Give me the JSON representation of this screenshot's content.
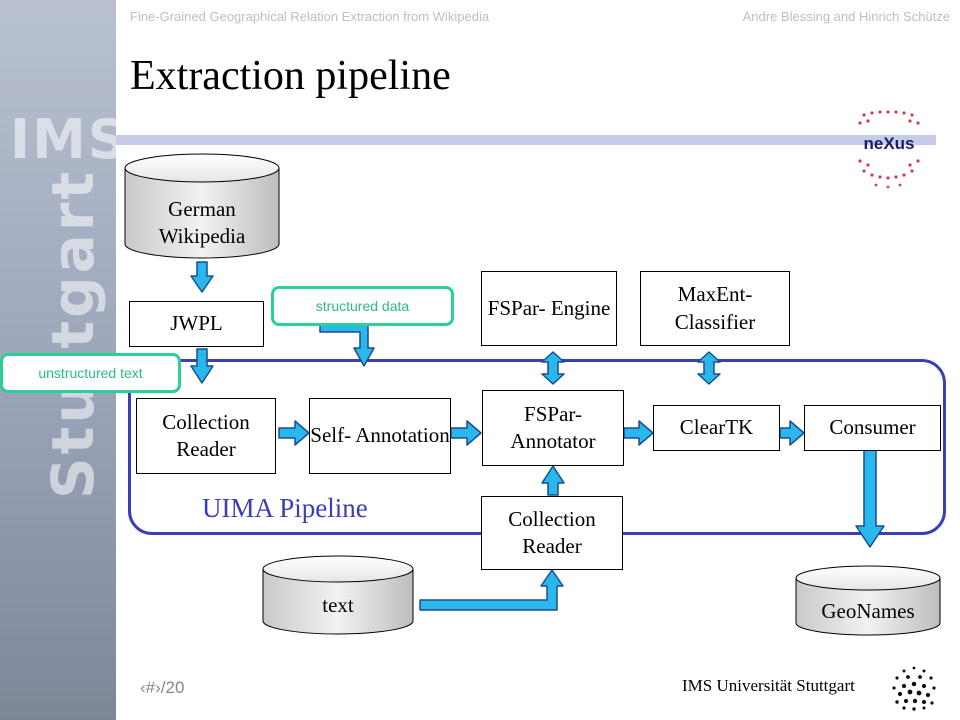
{
  "header": {
    "left_text": "Fine-Grained Geographical Relation Extraction from Wikipedia",
    "right_text": "Andre Blessing and Hinrich Schütze"
  },
  "slide": {
    "title": "Extraction pipeline",
    "sidebar_logo_top": "IMS",
    "sidebar_logo_side": "Stuttgart",
    "nexus_logo_text": "neXus"
  },
  "nodes": {
    "german_wikipedia": "German Wikipedia",
    "jwpl": "JWPL",
    "collection_reader_1": "Collection Reader",
    "self_annotation": "Self- Annotation",
    "fspar_engine": "FSPar- Engine",
    "fspar_annotator": "FSPar- Annotator",
    "maxent_classifier": "MaxEnt- Classifier",
    "cleartk": "ClearTK",
    "consumer": "Consumer",
    "collection_reader_2": "Collection Reader",
    "text_db": "text",
    "geonames": "GeoNames"
  },
  "tags": {
    "structured_data": "structured data",
    "unstructured_text": "unstructured text"
  },
  "uima_label": "UIMA Pipeline",
  "footer": {
    "page": "‹#›/20",
    "university": "IMS Universität Stuttgart"
  },
  "colors": {
    "arrow_fill": "#29b7ee",
    "pipeline_frame": "#3a3fb4",
    "tag_border": "#2bcf98"
  }
}
